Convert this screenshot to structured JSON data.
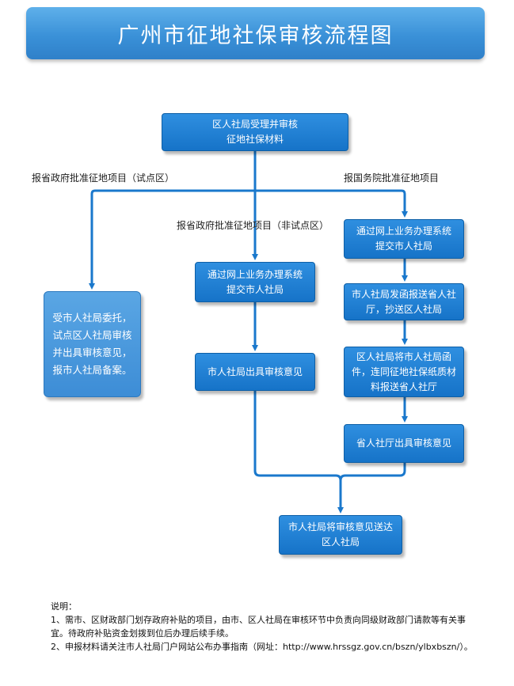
{
  "title": "广州市征地社保审核流程图",
  "nodes": {
    "start": "区人社局受理并审核\n征地社保材料",
    "pilot_result": "受市人社局委托，试点区人社局审核并出具审核意见，报市人社局备案。",
    "nonpilot_submit": "通过网上业务办理系统\n提交市人社局",
    "nonpilot_opinion": "市人社局出具审核意见",
    "state_submit": "通过网上业务办理系统\n提交市人社局",
    "state_forward": "市人社局发函报送省人社厅，抄送区人社局",
    "state_paper": "区人社局将市人社局函件，连同征地社保纸质材料报送省人社厅",
    "state_opinion": "省人社厅出具审核意见",
    "final": "市人社局将审核意见送达\n区人社局"
  },
  "branch_labels": {
    "pilot": "报省政府批准征地项目（试点区）",
    "nonpilot": "报省政府批准征地项目（非试点区）",
    "state": "报国务院批准征地项目"
  },
  "notes": {
    "heading": "说明：",
    "item1": "1、需市、区财政部门划存政府补贴的项目，由市、区人社局在审核环节中负责向同级财政部门请款等有关事宜。待政府补贴资金划拨到位后办理后续手续。",
    "item2": "2、申报材料请关注市人社局门户网站公布办事指南（网址：http://www.hrssgz.gov.cn/bszn/ylbxbszn/）。"
  },
  "colors": {
    "node": "#1a78cc",
    "connector": "#1a78cc",
    "banner": "#3a91d8"
  }
}
